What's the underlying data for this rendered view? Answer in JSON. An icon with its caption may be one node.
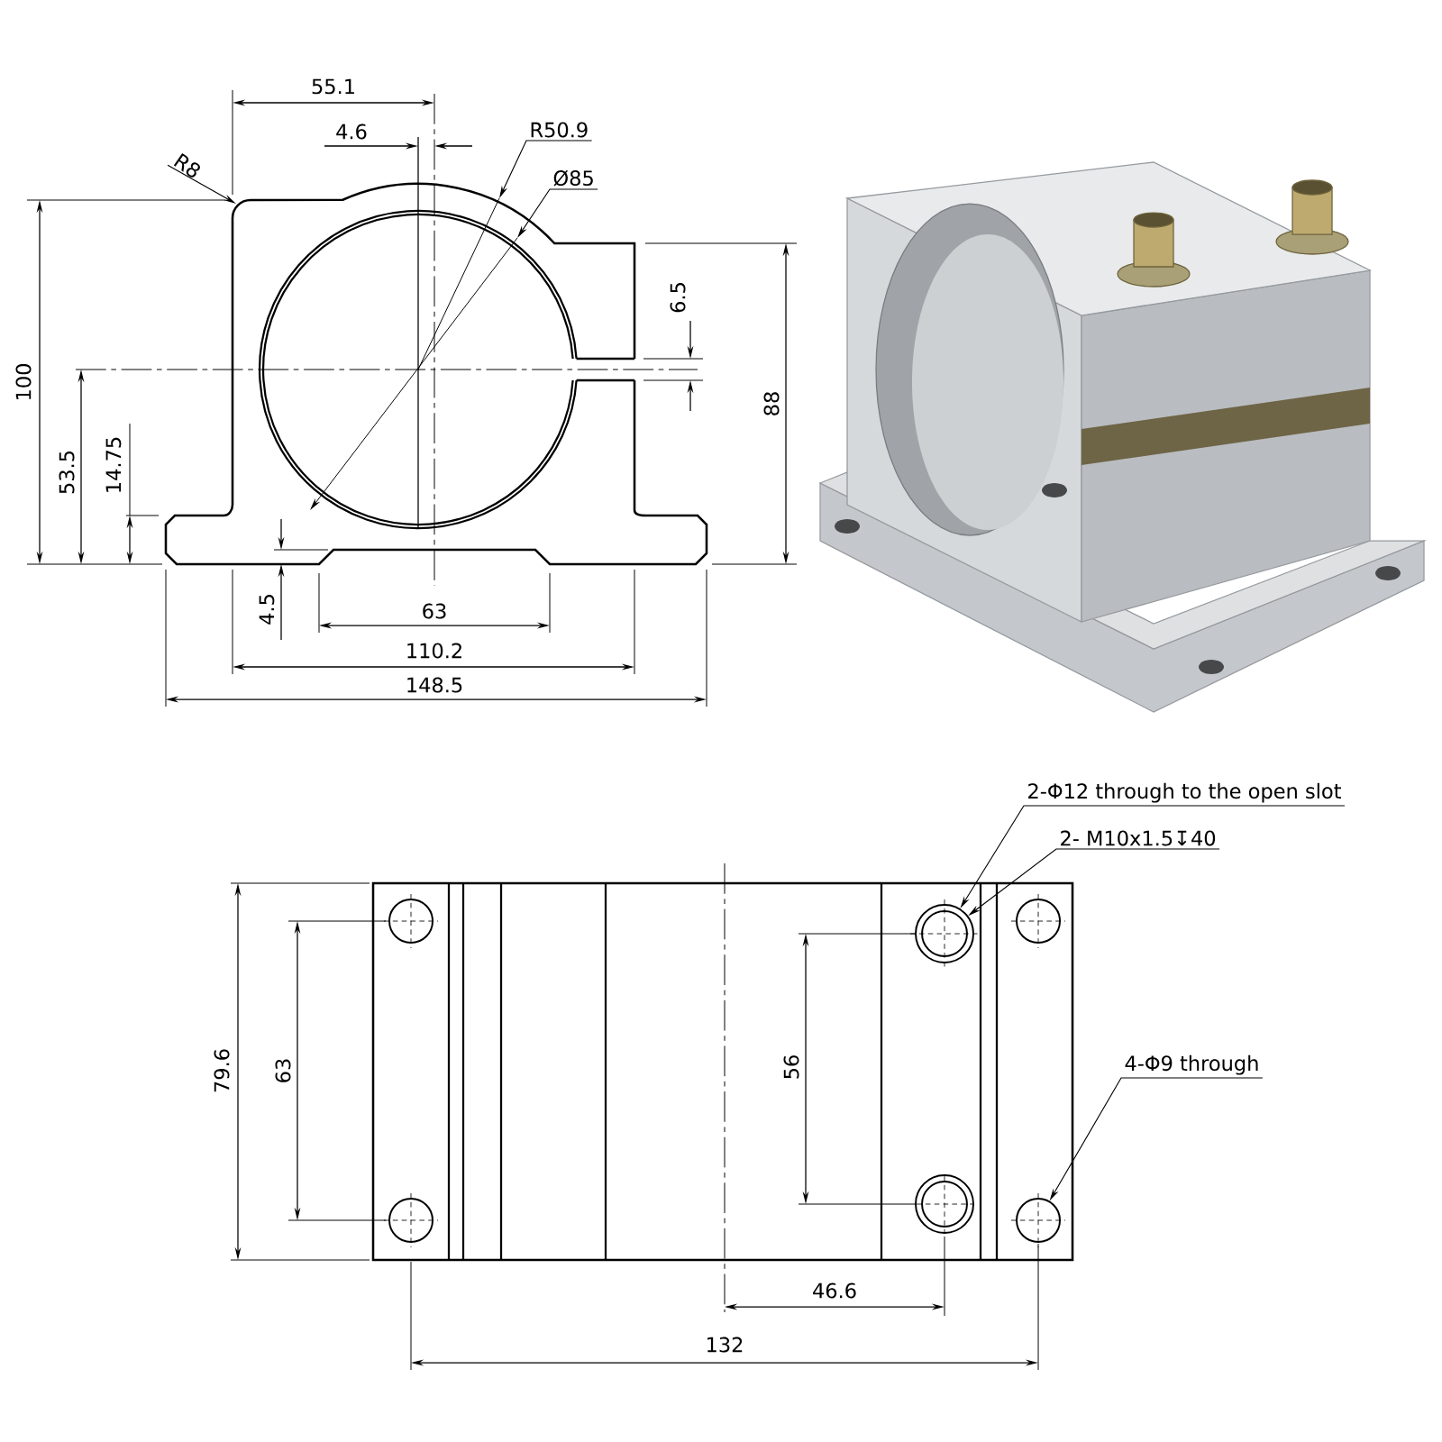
{
  "diagram": {
    "nodes": [
      {
        "text": [
          "R8"
        ]
      },
      {
        "text": [
          "R50.9"
        ]
      },
      {
        "text": [
          "Ø85"
        ]
      },
      {
        "text": [
          "2-Φ12 through to the open slot"
        ]
      },
      {
        "text": [
          "2- M10x1.5↧40"
        ]
      },
      {
        "text": [
          "4-Φ9 through"
        ]
      },
      {
        "text": [],
        "shape": "circle"
      },
      {
        "text": [],
        "shape": "circle"
      }
    ],
    "edges": [
      {
        "from": 0,
        "to": null,
        "arrow": "to"
      },
      {
        "from": 1,
        "to": null,
        "arrow": "to"
      },
      {
        "from": 2,
        "to": null,
        "arrow": "to"
      },
      {
        "from": 3,
        "to": 6,
        "arrow": "to"
      },
      {
        "from": 4,
        "to": 6,
        "arrow": "to"
      },
      {
        "from": 5,
        "to": 7,
        "arrow": "to"
      }
    ],
    "labels": [
      "55.1",
      "4.6",
      "6.5",
      "100",
      "53.5",
      "14.75",
      "88",
      "4.5",
      "63",
      "110.2",
      "148.5",
      "79.6",
      "63",
      "56",
      "46.6",
      "132"
    ]
  }
}
